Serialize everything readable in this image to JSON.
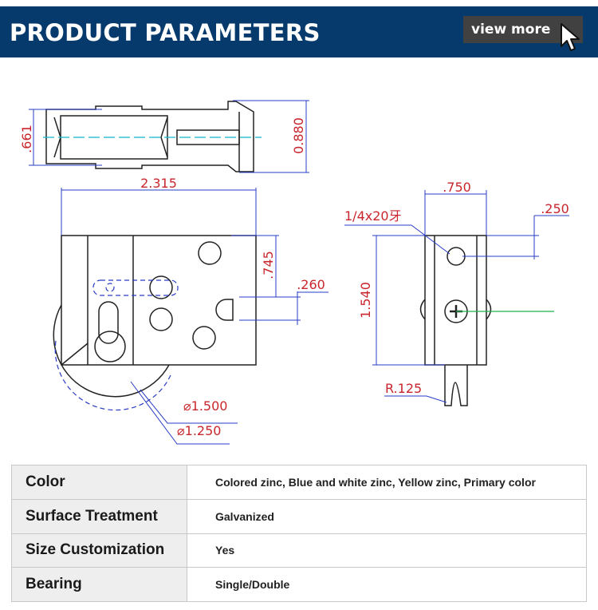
{
  "header": {
    "title": "PRODUCT PARAMETERS",
    "view_more_label": "view more",
    "background_color": "#063a6c"
  },
  "drawing": {
    "top_view": {
      "dim_left": ".661",
      "dim_right": "0.880"
    },
    "front_view": {
      "dim_width": "2.315",
      "dim_hole_height": ".745",
      "dim_slot": ".260",
      "dim_diameter_outer": "⌀1.500",
      "dim_diameter_inner": "⌀1.250"
    },
    "side_view": {
      "dim_width": ".750",
      "dim_thread": "1/4x20牙",
      "dim_offset": ".250",
      "dim_height": "1.540",
      "dim_radius": "R.125"
    },
    "colors": {
      "dimension_blue": "#2a3cc4",
      "dimension_red": "#c8262c",
      "center_line": "#12b7c9",
      "axis_line": "#22b14c"
    }
  },
  "parameters": [
    {
      "label": "Color",
      "value": "Colored zinc, Blue and white zinc, Yellow zinc, Primary color"
    },
    {
      "label": "Surface Treatment",
      "value": "Galvanized"
    },
    {
      "label": "Size Customization",
      "value": "Yes"
    },
    {
      "label": "Bearing",
      "value": "Single/Double"
    }
  ]
}
